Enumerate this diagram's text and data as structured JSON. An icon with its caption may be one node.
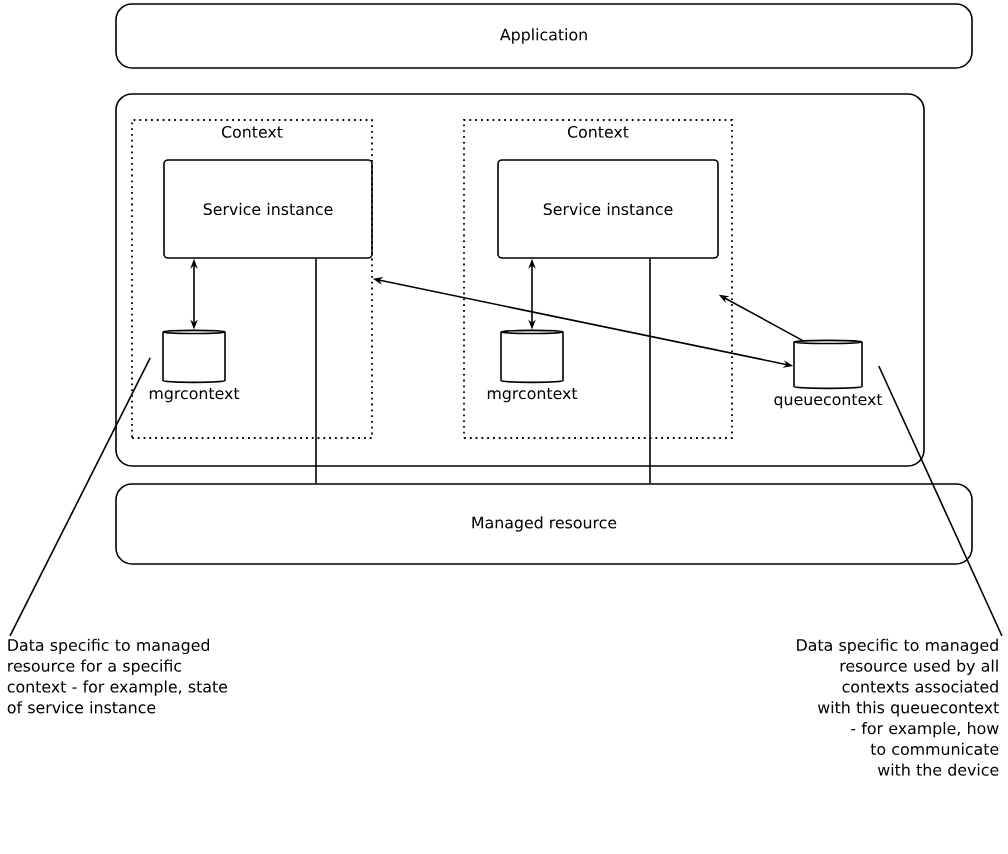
{
  "diagram": {
    "nodes": [
      {
        "text": [
          "Application"
        ]
      },
      {
        "text": [],
        "shape": "box"
      },
      {
        "text": [
          "Context"
        ],
        "in": 1
      },
      {
        "text": [
          "Service instance"
        ],
        "in": 2
      },
      {
        "text": [
          "mgrcontext"
        ],
        "in": 2
      },
      {
        "text": [
          "Context"
        ],
        "in": 1
      },
      {
        "text": [
          "Service instance"
        ],
        "in": 5
      },
      {
        "text": [
          "mgrcontext"
        ],
        "in": 5
      },
      {
        "text": [
          "queuecontext"
        ],
        "in": 1
      },
      {
        "text": [
          "Managed resource"
        ]
      },
      {
        "text": [
          "Data specific to managed resource for a specific context - for example, state of service instance"
        ]
      },
      {
        "text": [
          "Data specific to managed resource used by all contexts associated with this queuecontext - for example, how to communicate with the device"
        ]
      }
    ],
    "edges": [
      {
        "from": 3,
        "to": 4,
        "arrow": "both"
      },
      {
        "from": 6,
        "to": 7,
        "arrow": "both"
      },
      {
        "from": 3,
        "to": 8,
        "arrow": "both"
      },
      {
        "from": 8,
        "to": 6,
        "arrow": "to"
      },
      {
        "from": 3,
        "to": 9,
        "arrow": "none"
      },
      {
        "from": 6,
        "to": 9,
        "arrow": "none"
      },
      {
        "from": 10,
        "to": 4,
        "arrow": "none"
      },
      {
        "from": 11,
        "to": 8,
        "arrow": "none"
      }
    ]
  }
}
